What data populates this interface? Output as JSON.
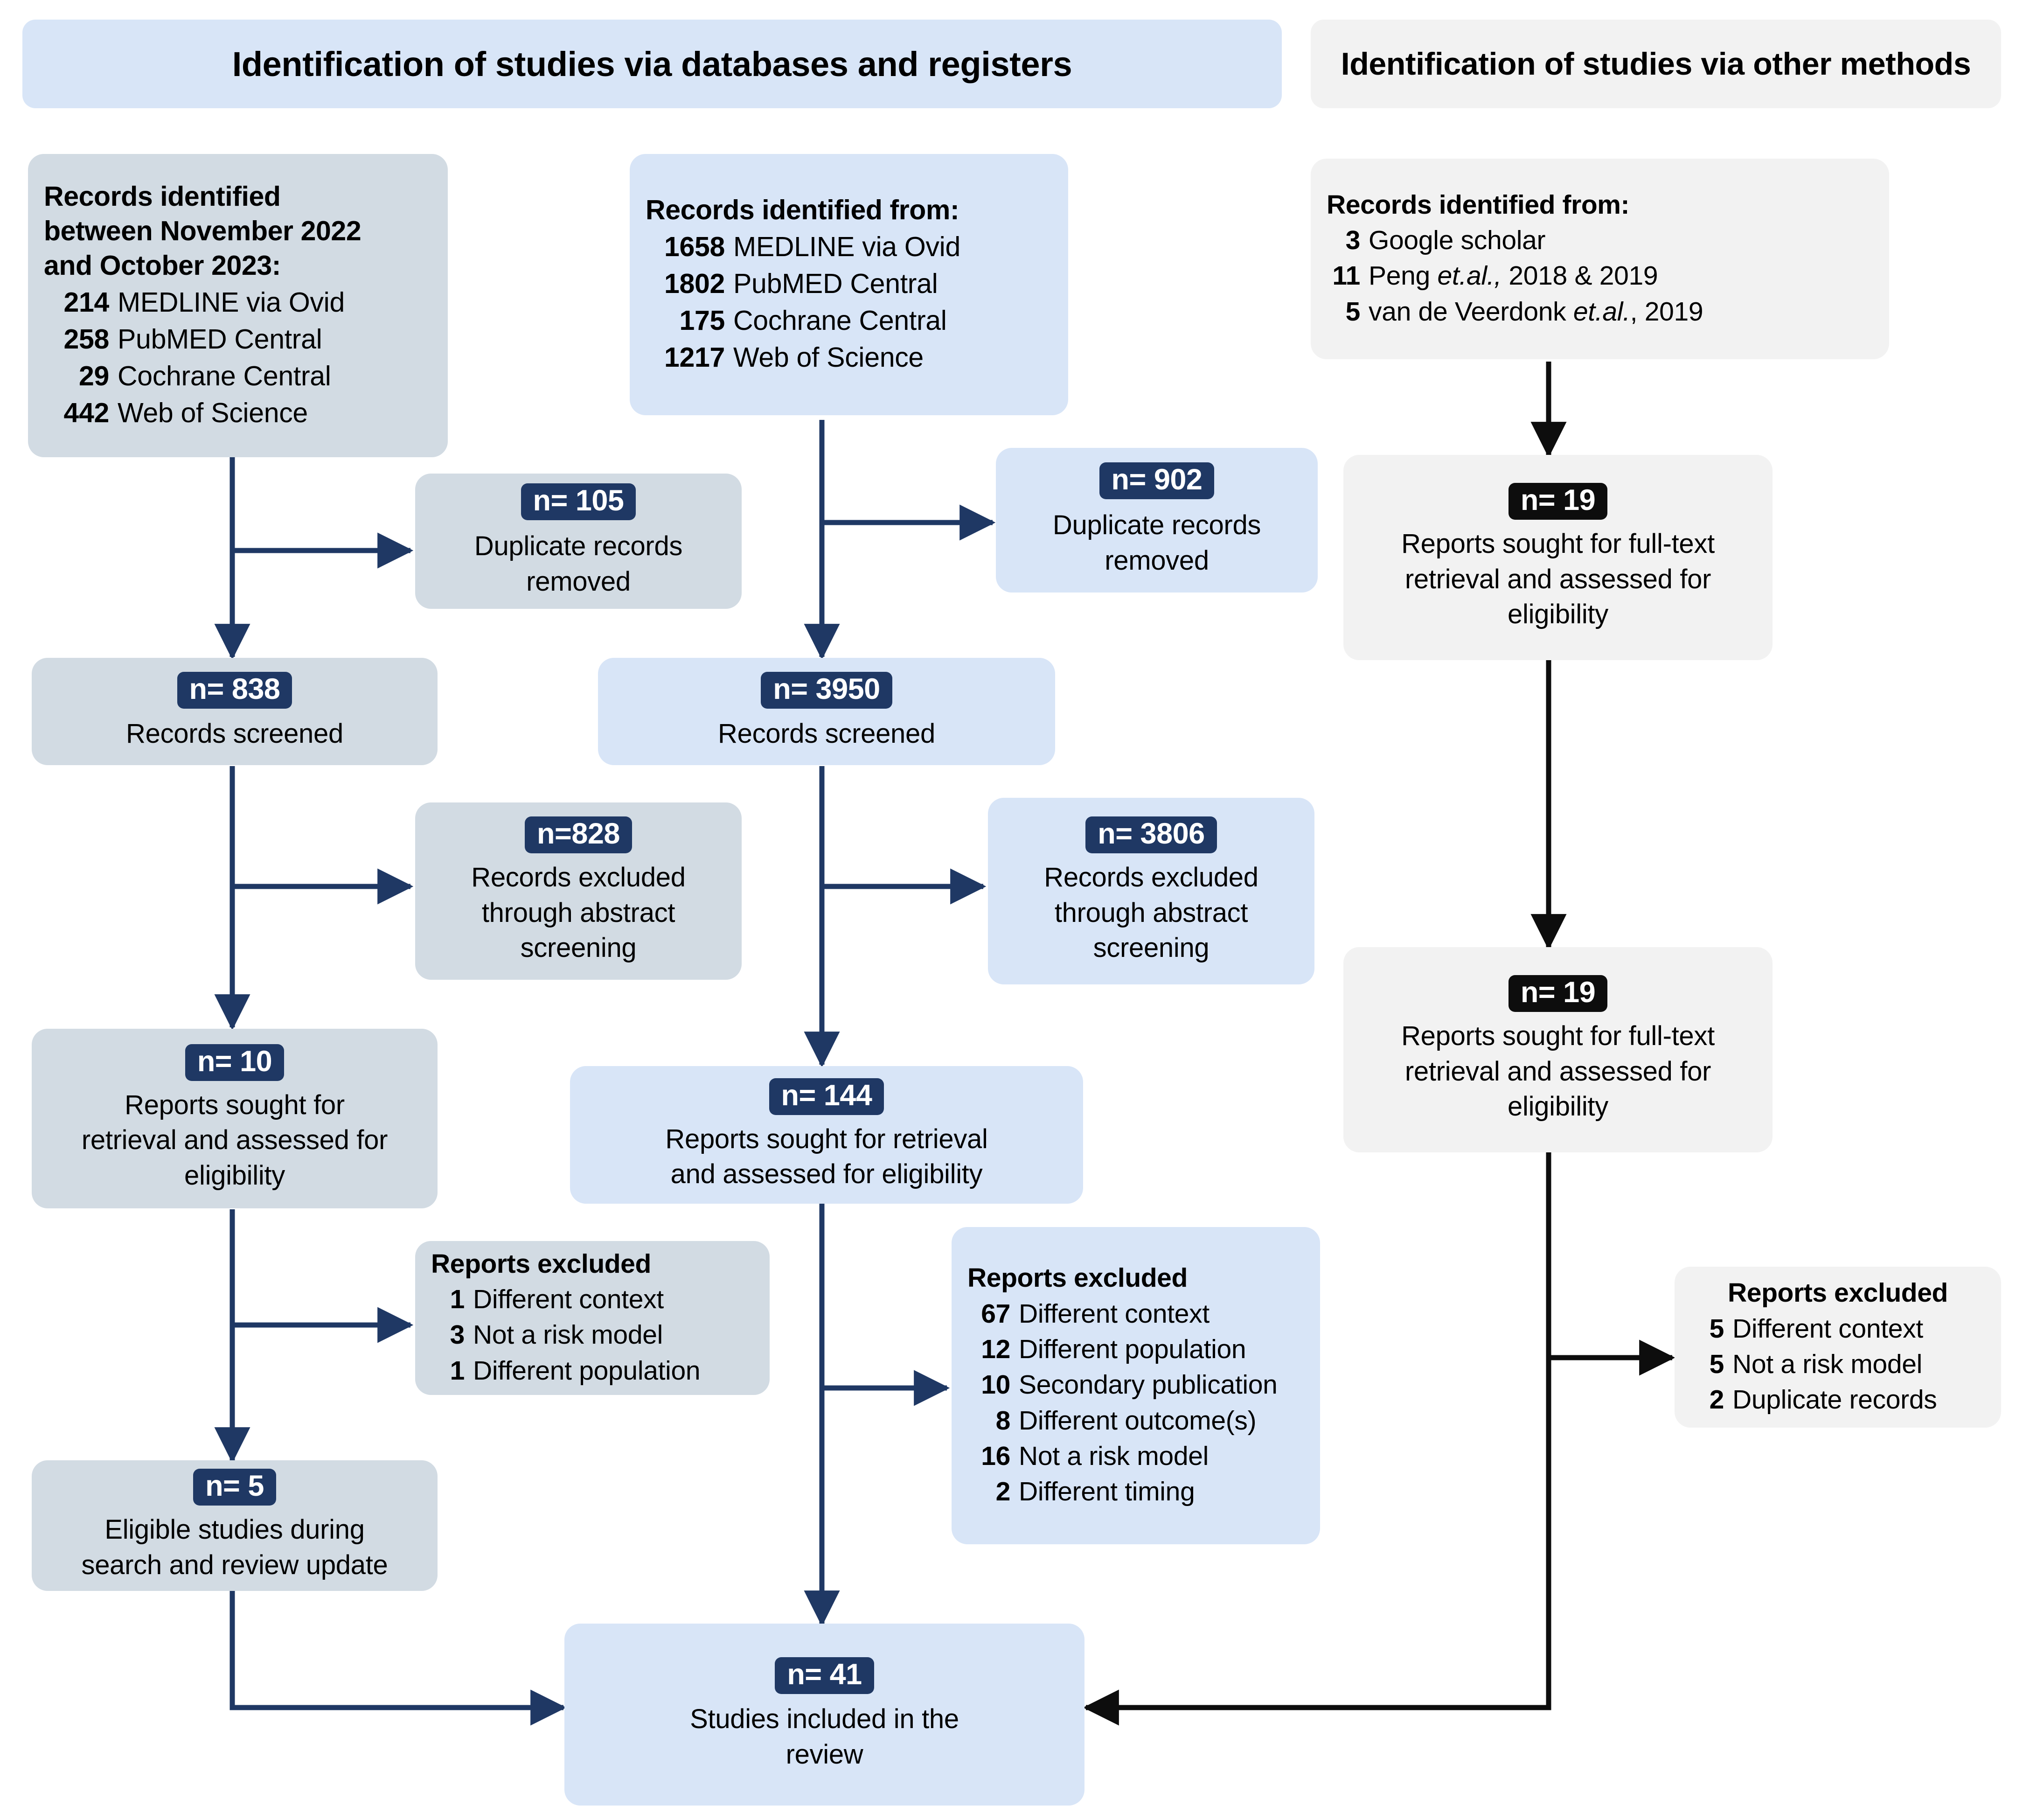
{
  "headers": {
    "databases": "Identification of studies via databases and registers",
    "other": "Identification of studies via other methods"
  },
  "colors": {
    "blue_box": "#d8e5f7",
    "bluegrey_box": "#d2dbe3",
    "grey_box": "#f2f2f2",
    "navy_badge": "#1f3864",
    "black_badge": "#0d0d0d",
    "navy_arrow": "#1f3864",
    "black_arrow": "#0d0d0d"
  },
  "update_search": {
    "title_line1": "Records identified",
    "title_line2": "between November 2022",
    "title_line3": "and October 2023:",
    "rows": [
      {
        "n": "214",
        "label": "MEDLINE via Ovid"
      },
      {
        "n": "258",
        "label": "PubMED Central"
      },
      {
        "n": "29",
        "label": "Cochrane Central"
      },
      {
        "n": "442",
        "label": "Web of Science"
      }
    ]
  },
  "original_search": {
    "title": "Records identified from:",
    "rows": [
      {
        "n": "1658",
        "label": "MEDLINE via Ovid"
      },
      {
        "n": "1802",
        "label": "PubMED Central"
      },
      {
        "n": "175",
        "label": "Cochrane Central"
      },
      {
        "n": "1217",
        "label": "Web of Science"
      }
    ]
  },
  "other_methods": {
    "title": "Records identified from:",
    "rows": [
      {
        "n": "3",
        "pre": "Google scholar",
        "it": "",
        "post": ""
      },
      {
        "n": "11",
        "pre": "Peng ",
        "it": "et.al.,",
        "post": " 2018 & 2019"
      },
      {
        "n": "5",
        "pre": "van de Veerdonk ",
        "it": "et.al.",
        "post": ", 2019"
      }
    ]
  },
  "dup_left": {
    "badge": "n= 105",
    "caption": "Duplicate records\nremoved"
  },
  "dup_mid": {
    "badge": "n= 902",
    "caption": "Duplicate records\nremoved"
  },
  "screened_left": {
    "badge": "n= 838",
    "caption": "Records screened"
  },
  "screened_mid": {
    "badge": "n= 3950",
    "caption": "Records screened"
  },
  "excl_left": {
    "badge": "n=828",
    "caption": "Records excluded\nthrough abstract\nscreening"
  },
  "excl_mid": {
    "badge": "n= 3806",
    "caption": "Records excluded\nthrough abstract\nscreening"
  },
  "sought_left": {
    "badge": "n= 10",
    "caption": "Reports sought for\nretrieval and assessed for\neligibility"
  },
  "sought_mid": {
    "badge": "n= 144",
    "caption": "Reports sought for retrieval\nand assessed for eligibility"
  },
  "sought_other_1": {
    "badge": "n= 19",
    "caption": "Reports sought for full-text\nretrieval and assessed for\neligibility"
  },
  "sought_other_2": {
    "badge": "n= 19",
    "caption": "Reports sought for full-text\nretrieval and assessed for\neligibility"
  },
  "reports_excluded_left": {
    "title": "Reports excluded",
    "rows": [
      {
        "n": "1",
        "label": "Different context"
      },
      {
        "n": "3",
        "label": "Not a risk model"
      },
      {
        "n": "1",
        "label": "Different population"
      }
    ]
  },
  "reports_excluded_mid": {
    "title": "Reports excluded",
    "rows": [
      {
        "n": "67",
        "label": "Different context"
      },
      {
        "n": "12",
        "label": "Different population"
      },
      {
        "n": "10",
        "label": "Secondary publication"
      },
      {
        "n": "8",
        "label": "Different outcome(s)"
      },
      {
        "n": "16",
        "label": "Not a risk model"
      },
      {
        "n": "2",
        "label": "Different timing"
      }
    ]
  },
  "reports_excluded_other": {
    "title": "Reports excluded",
    "rows": [
      {
        "n": "5",
        "label": "Different context"
      },
      {
        "n": "5",
        "label": "Not a risk model"
      },
      {
        "n": "2",
        "label": "Duplicate records"
      }
    ]
  },
  "eligible_update": {
    "badge": "n= 5",
    "caption": "Eligible studies during\nsearch and review update"
  },
  "included": {
    "badge": "n= 41",
    "caption": "Studies included in the\nreview"
  }
}
